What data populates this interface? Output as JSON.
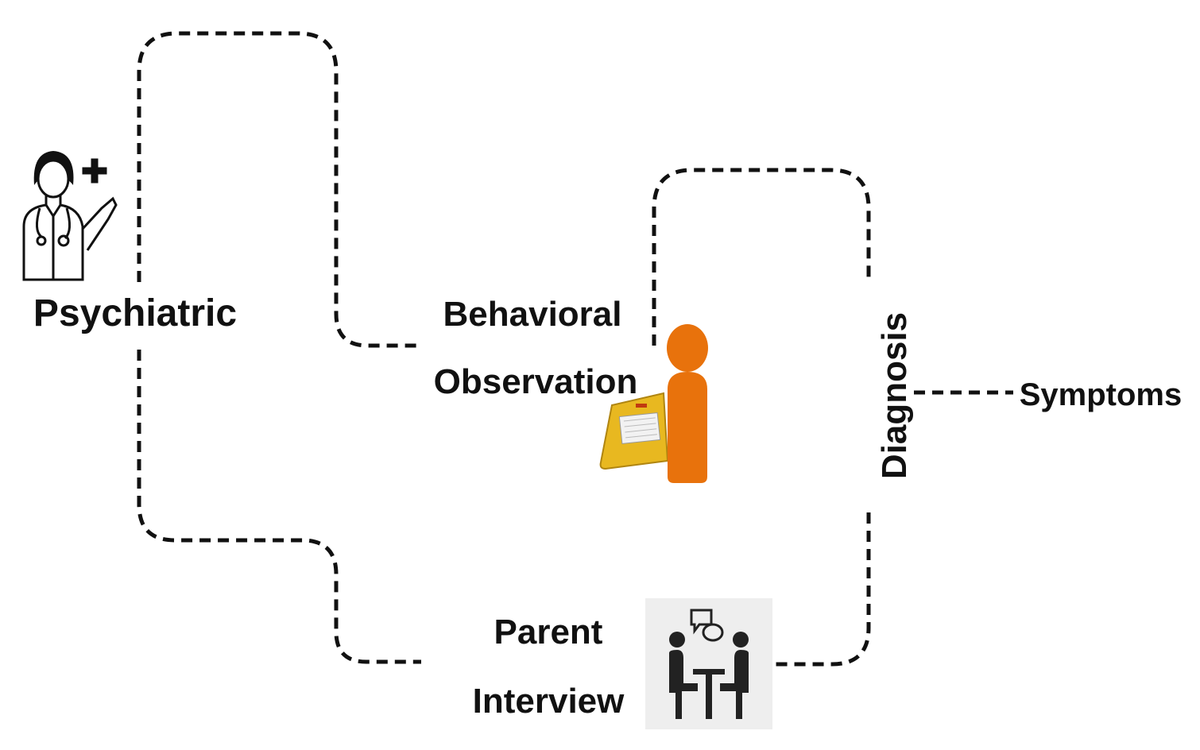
{
  "nodes": {
    "psychiatric": {
      "label": "Psychiatric",
      "icon": "doctor-icon"
    },
    "behavioral_observation": {
      "line1": "Behavioral",
      "line2": "Observation",
      "icon": "observer-clipboard-icon"
    },
    "parent_interview": {
      "line1": "Parent",
      "line2": "Interview",
      "icon": "interview-meeting-icon"
    },
    "diagnosis": {
      "label": "Diagnosis"
    },
    "symptoms": {
      "label": "Symptoms"
    }
  },
  "colors": {
    "line": "#111111",
    "person_orange": "#e8720c",
    "clipboard_yellow": "#e8b820",
    "interview_bg": "#eeeeee"
  }
}
